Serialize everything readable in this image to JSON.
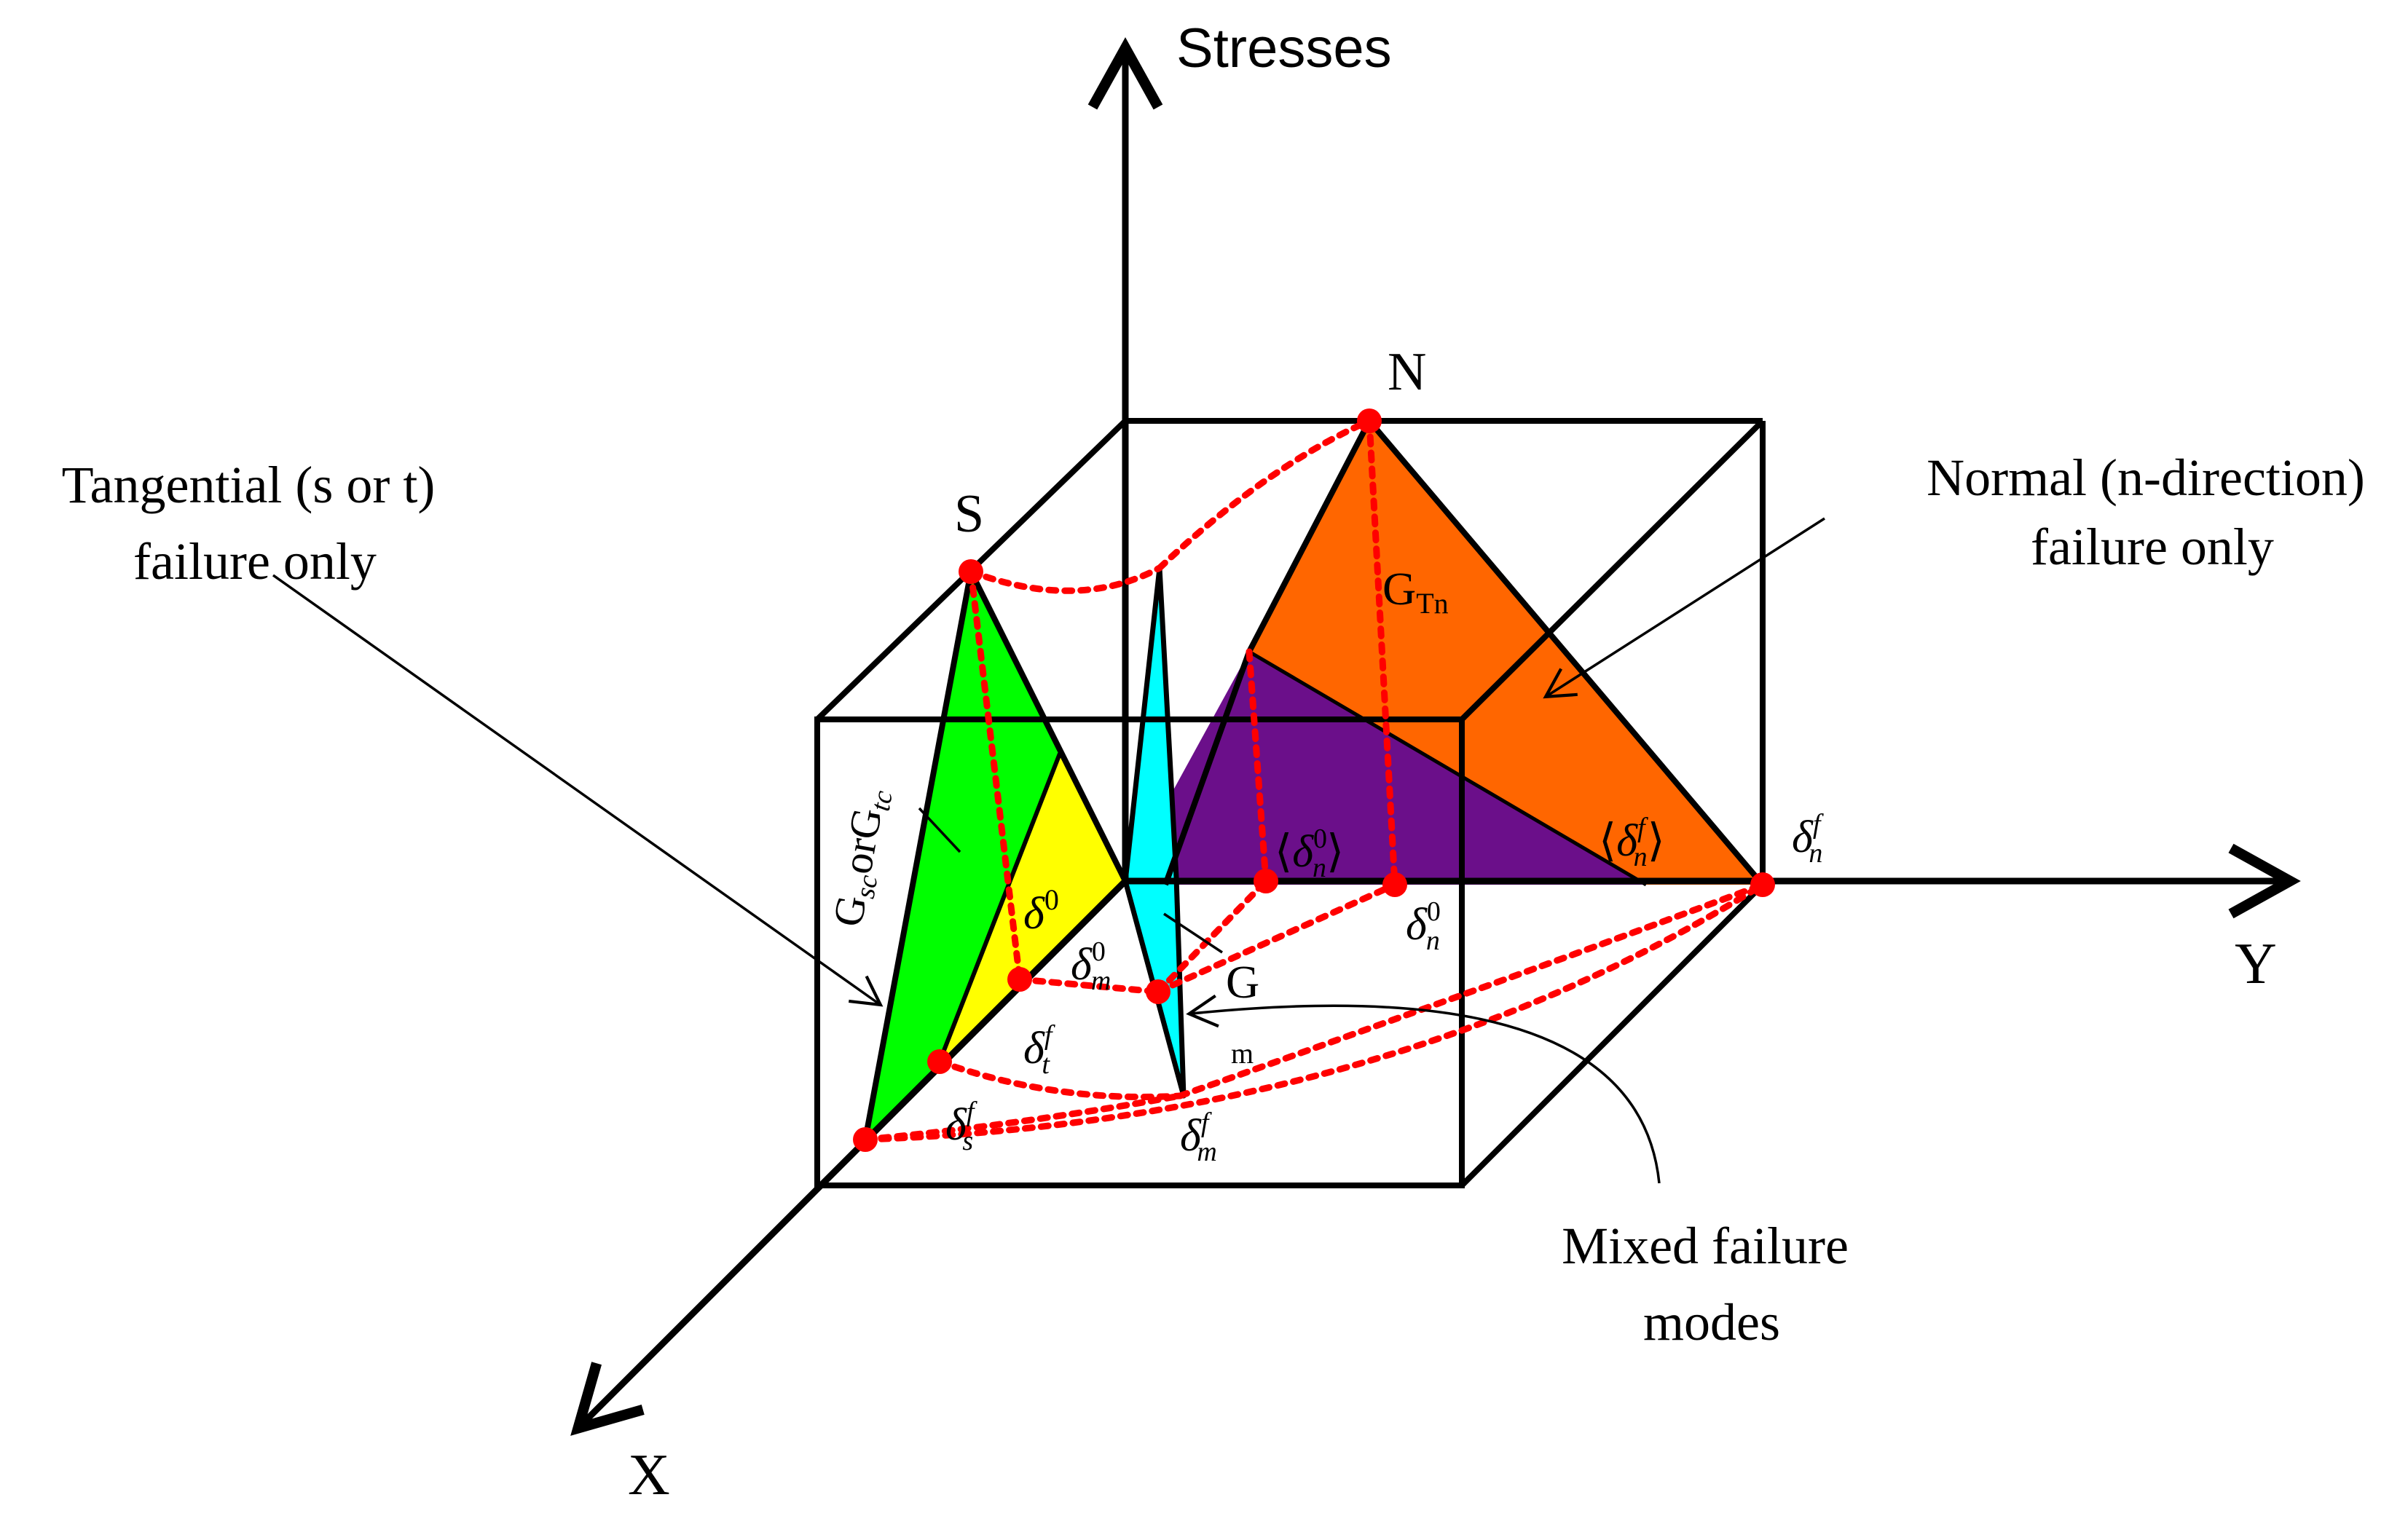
{
  "axes": {
    "vertical": "Stresses",
    "x": "X",
    "y": "Y"
  },
  "points": {
    "s_peak": "S",
    "n_peak": "N"
  },
  "callouts": {
    "tangential_line1": "Tangential (s or t)",
    "tangential_line2": "failure only",
    "normal_line1": "Normal (n-direction)",
    "normal_line2": "failure only",
    "mixed_line1": "Mixed failure",
    "mixed_line2": "modes"
  },
  "energy": {
    "g_shear": "G",
    "g_shear_sub1": "sc",
    "g_shear_or": "or",
    "g_shear_sub2": "tc",
    "g_normal": "G",
    "g_normal_sub": "Tn",
    "g_mixed": "G",
    "g_mixed_sub": "m"
  },
  "displacements": {
    "delta": "δ",
    "sup_zero": "0",
    "sup_f": "f",
    "sub_n": "n",
    "sub_m": "m",
    "sub_s": "s",
    "sub_t": "t",
    "bracket_open": "⟨",
    "bracket_close": "⟩"
  },
  "colors": {
    "green": "#00ff00",
    "yellow": "#ffff00",
    "cyan": "#00ffff",
    "purple": "#6b0f8a",
    "orange": "#ff6600",
    "red_dot": "#ff0000"
  }
}
